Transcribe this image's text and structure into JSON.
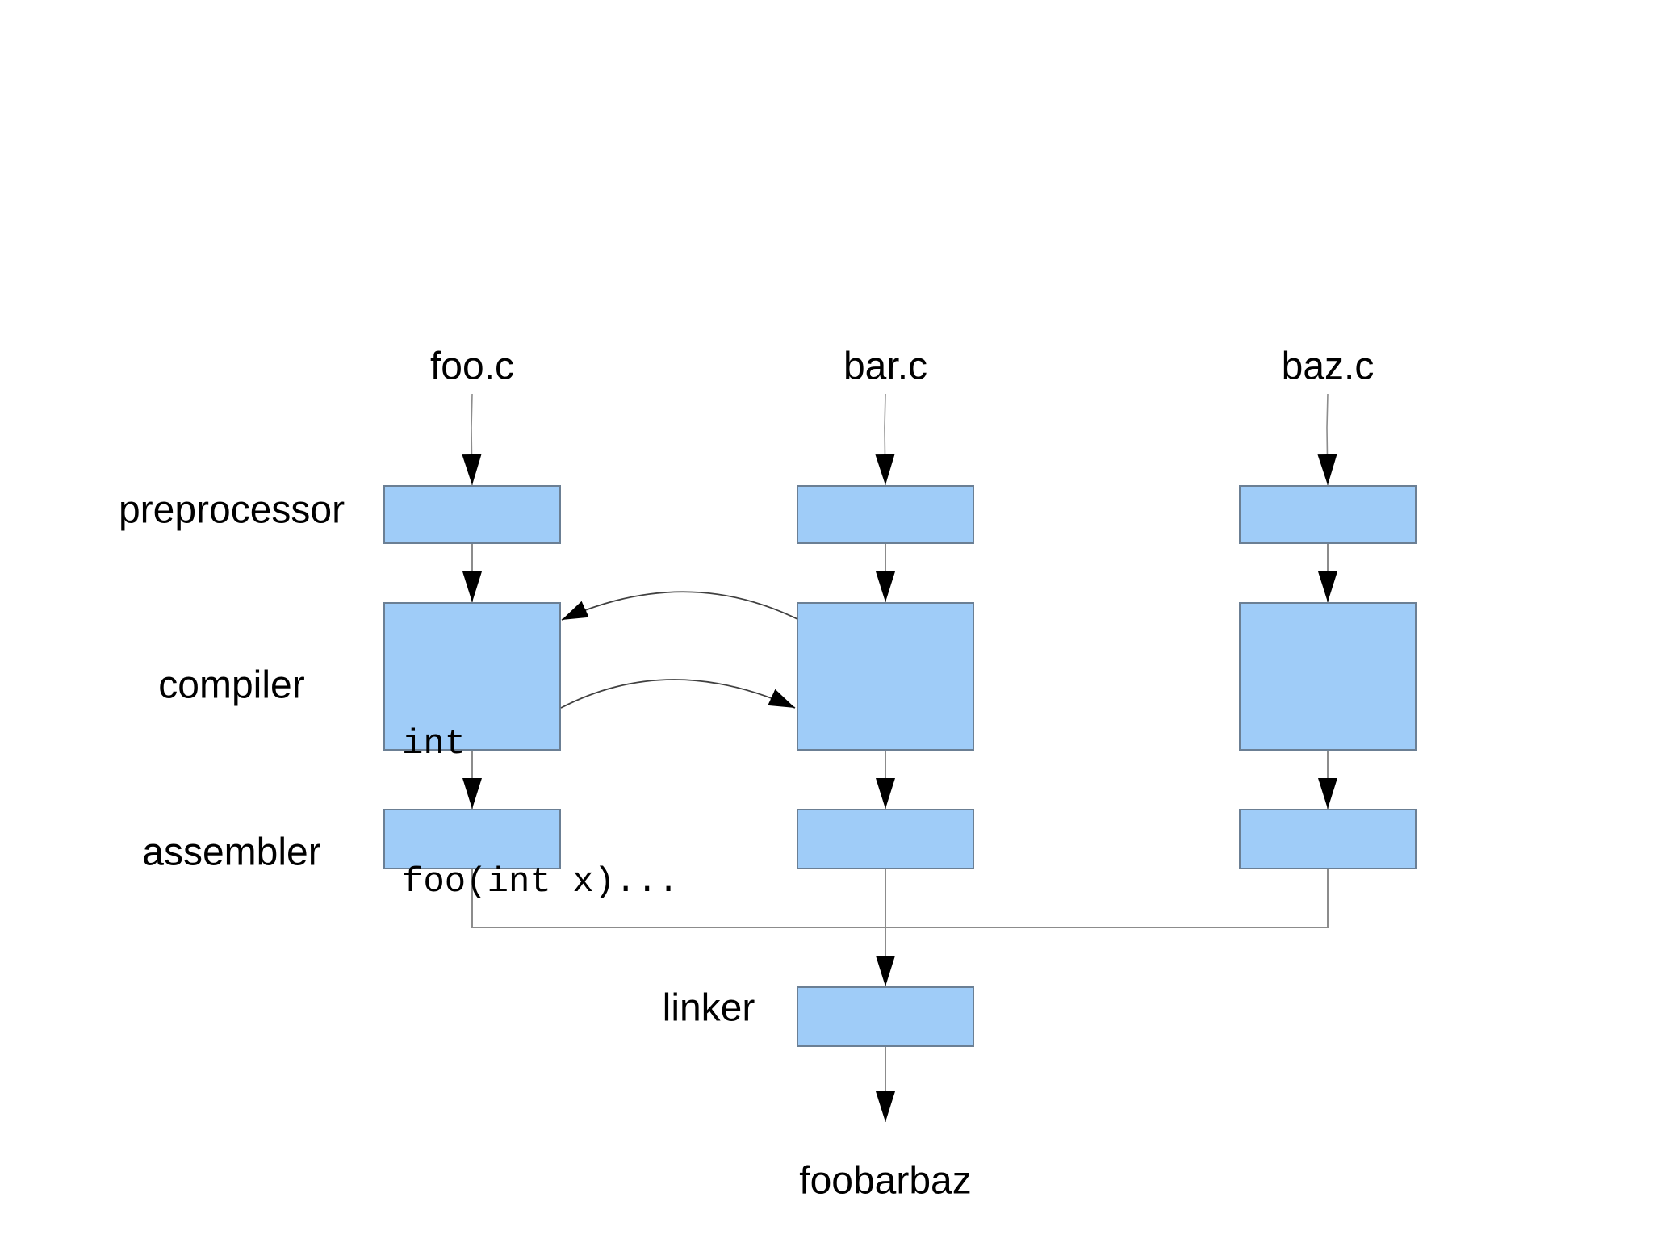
{
  "diagram": {
    "sources": [
      {
        "label": "foo.c"
      },
      {
        "label": "bar.c"
      },
      {
        "label": "baz.c"
      }
    ],
    "stages": [
      {
        "label": "preprocessor"
      },
      {
        "label": "compiler"
      },
      {
        "label": "assembler"
      }
    ],
    "linker": {
      "label": "linker"
    },
    "output": {
      "label": "foobarbaz"
    },
    "code": {
      "line1": "int",
      "line2": "foo(int x)..."
    },
    "colors": {
      "box_fill": "#9fccf8",
      "box_border": "#6b7f94",
      "connector": "#8c8c8c",
      "curve": "#404040",
      "arrowhead": "#000000",
      "text": "#000000",
      "background": "#ffffff"
    }
  }
}
